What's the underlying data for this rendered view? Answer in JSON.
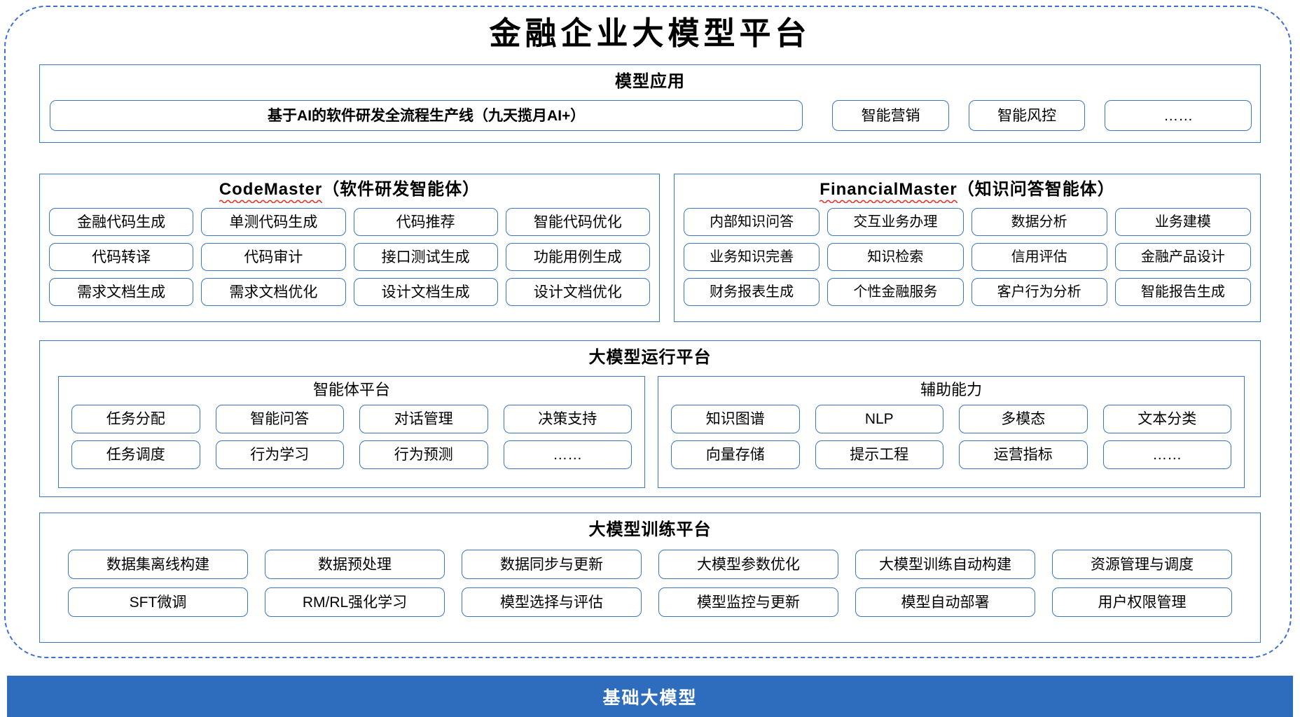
{
  "title": "金融企业大模型平台",
  "theme": {
    "frame_border": "#3b6fd4",
    "panel_border": "#3b77c0",
    "base_bar_bg": "#2e6dbe",
    "base_bar_text": "#ffffff",
    "squiggle": "#e8342b"
  },
  "model_application": {
    "title": "模型应用",
    "primary_item": "基于AI的软件研发全流程生产线（九天揽月AI+）",
    "items": [
      "智能营销",
      "智能风控",
      "……"
    ]
  },
  "code_master": {
    "name": "CodeMaster",
    "subtitle": "（软件研发智能体）",
    "rows": [
      [
        "金融代码生成",
        "单测代码生成",
        "代码推荐",
        "智能代码优化"
      ],
      [
        "代码转译",
        "代码审计",
        "接口测试生成",
        "功能用例生成"
      ],
      [
        "需求文档生成",
        "需求文档优化",
        "设计文档生成",
        "设计文档优化"
      ]
    ]
  },
  "financial_master": {
    "name": "FinancialMaster",
    "subtitle": "（知识问答智能体）",
    "rows": [
      [
        "内部知识问答",
        "交互业务办理",
        "数据分析",
        "业务建模"
      ],
      [
        "业务知识完善",
        "知识检索",
        "信用评估",
        "金融产品设计"
      ],
      [
        "财务报表生成",
        "个性金融服务",
        "客户行为分析",
        "智能报告生成"
      ]
    ]
  },
  "runtime_platform": {
    "title": "大模型运行平台",
    "agent_platform": {
      "title": "智能体平台",
      "rows": [
        [
          "任务分配",
          "智能问答",
          "对话管理",
          "决策支持"
        ],
        [
          "任务调度",
          "行为学习",
          "行为预测",
          "……"
        ]
      ]
    },
    "aux_capability": {
      "title": "辅助能力",
      "rows": [
        [
          "知识图谱",
          "NLP",
          "多模态",
          "文本分类"
        ],
        [
          "向量存储",
          "提示工程",
          "运营指标",
          "……"
        ]
      ]
    }
  },
  "training_platform": {
    "title": "大模型训练平台",
    "rows": [
      [
        "数据集离线构建",
        "数据预处理",
        "数据同步与更新",
        "大模型参数优化",
        "大模型训练自动构建",
        "资源管理与调度"
      ],
      [
        "SFT微调",
        "RM/RL强化学习",
        "模型选择与评估",
        "模型监控与更新",
        "模型自动部署",
        "用户权限管理"
      ]
    ]
  },
  "base_model": {
    "label": "基础大模型"
  }
}
